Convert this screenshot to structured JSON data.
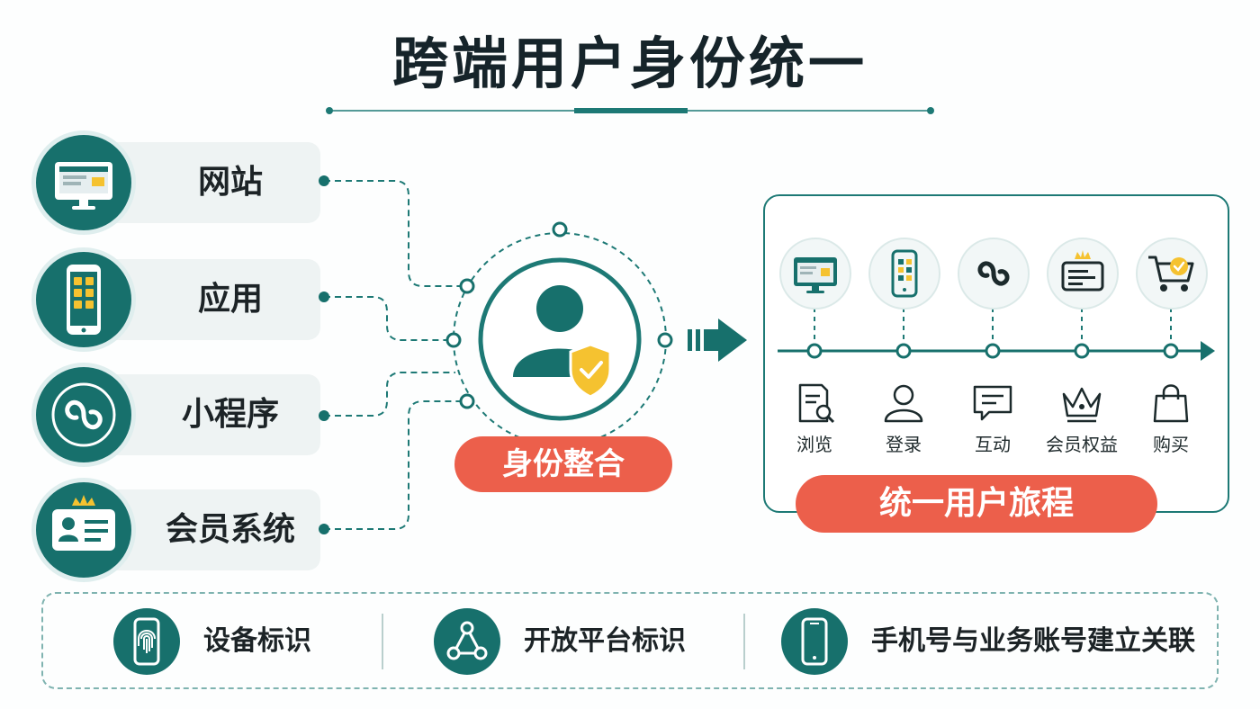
{
  "title": "跨端用户身份统一",
  "colors": {
    "teal": "#17706c",
    "accent": "#ec5f4b",
    "gold": "#f5c230"
  },
  "channels": [
    {
      "label": "网站",
      "icon": "monitor-icon"
    },
    {
      "label": "应用",
      "icon": "phone-app-icon"
    },
    {
      "label": "小程序",
      "icon": "mini-program-icon"
    },
    {
      "label": "会员系统",
      "icon": "member-card-icon"
    }
  ],
  "core": {
    "label": "身份整合",
    "icon": "user-shield-icon"
  },
  "journey": {
    "label": "统一用户旅程",
    "channel_icons": [
      "monitor-icon",
      "phone-app-icon",
      "mini-program-icon",
      "member-card-icon",
      "shopping-cart-icon"
    ],
    "steps": [
      {
        "label": "浏览",
        "icon": "browse-document-icon"
      },
      {
        "label": "登录",
        "icon": "login-user-icon"
      },
      {
        "label": "互动",
        "icon": "chat-bubble-icon"
      },
      {
        "label": "会员权益",
        "icon": "crown-icon"
      },
      {
        "label": "购买",
        "icon": "shopping-bag-icon"
      }
    ]
  },
  "methods": [
    {
      "label": "设备标识",
      "icon": "fingerprint-phone-icon"
    },
    {
      "label": "开放平台标识",
      "icon": "network-nodes-icon"
    },
    {
      "label": "手机号与业务账号建立关联",
      "icon": "mobile-phone-icon"
    }
  ]
}
